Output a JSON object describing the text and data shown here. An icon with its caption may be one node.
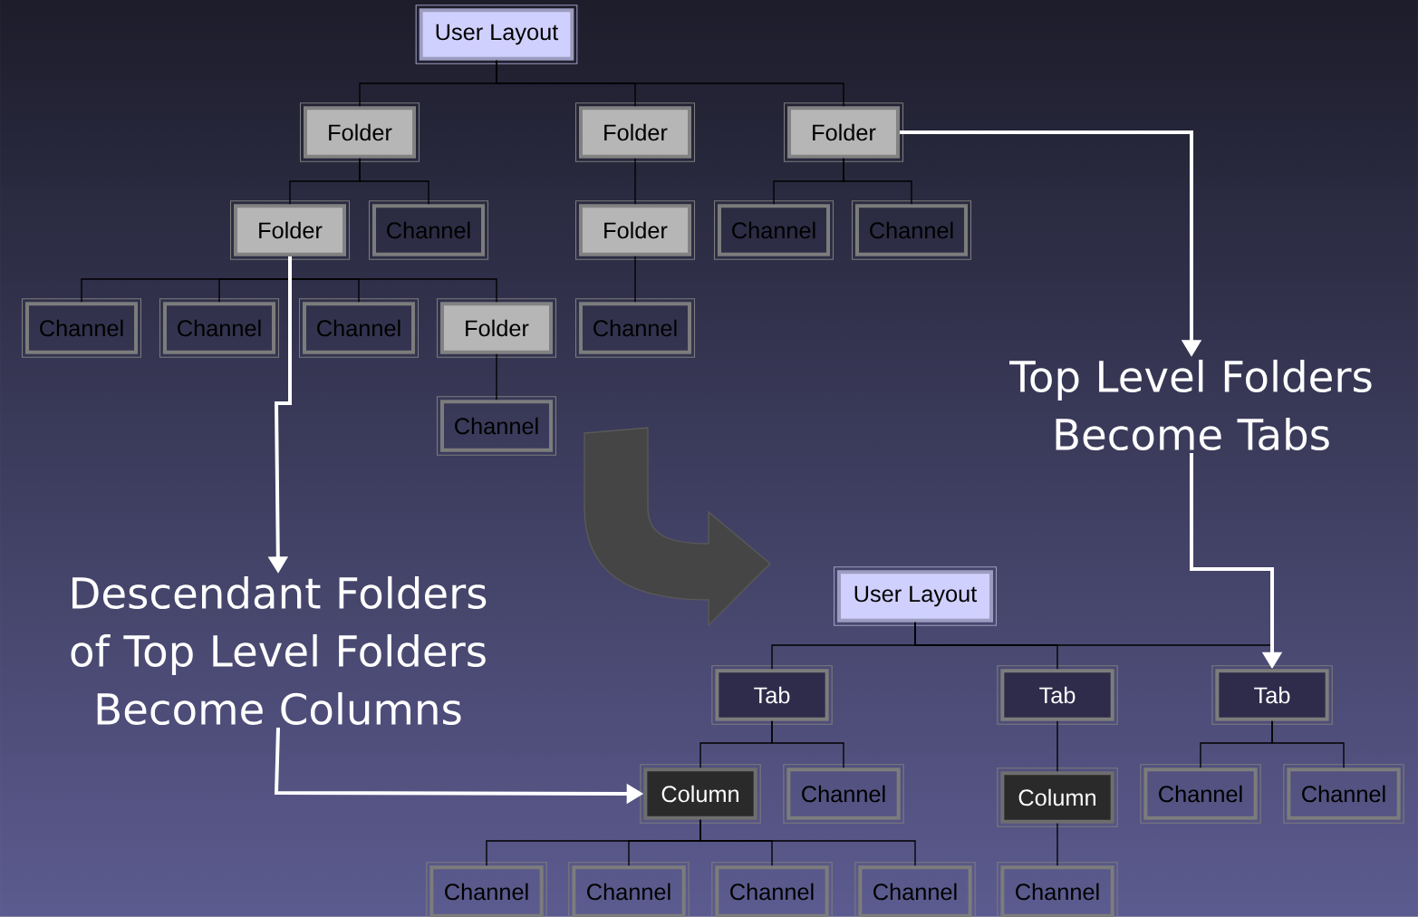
{
  "diagram": {
    "nodes": [
      {
        "text": [
          "User Layout"
        ]
      },
      {
        "text": [
          "Folder"
        ]
      },
      {
        "text": [
          "Folder"
        ]
      },
      {
        "text": [
          "Folder"
        ]
      },
      {
        "text": [
          "Folder"
        ]
      },
      {
        "text": [
          "Channel"
        ]
      },
      {
        "text": [
          "Folder"
        ]
      },
      {
        "text": [
          "Channel"
        ]
      },
      {
        "text": [
          "Channel"
        ]
      },
      {
        "text": [
          "Channel"
        ]
      },
      {
        "text": [
          "Channel"
        ]
      },
      {
        "text": [
          "Channel"
        ]
      },
      {
        "text": [
          "Folder"
        ]
      },
      {
        "text": [
          "Channel"
        ]
      },
      {
        "text": [
          "Channel"
        ]
      },
      {
        "text": [
          "User Layout"
        ]
      },
      {
        "text": [
          "Tab"
        ]
      },
      {
        "text": [
          "Tab"
        ]
      },
      {
        "text": [
          "Tab"
        ]
      },
      {
        "text": [
          "Column"
        ]
      },
      {
        "text": [
          "Channel"
        ]
      },
      {
        "text": [
          "Column"
        ]
      },
      {
        "text": [
          "Channel"
        ]
      },
      {
        "text": [
          "Channel"
        ]
      },
      {
        "text": [
          "Channel"
        ]
      },
      {
        "text": [
          "Channel"
        ]
      },
      {
        "text": [
          "Channel"
        ]
      },
      {
        "text": [
          "Channel"
        ]
      },
      {
        "text": [
          "Channel"
        ]
      },
      {
        "text": [
          "Top Level Folders Become Tabs"
        ]
      },
      {
        "text": [
          "Descendant Folders of Top Level Folders Become Columns"
        ]
      }
    ],
    "edges": [
      {
        "from": 0,
        "to": 1,
        "arrow": "none"
      },
      {
        "from": 0,
        "to": 2,
        "arrow": "none"
      },
      {
        "from": 0,
        "to": 3,
        "arrow": "none"
      },
      {
        "from": 1,
        "to": 4,
        "arrow": "none"
      },
      {
        "from": 1,
        "to": 5,
        "arrow": "none"
      },
      {
        "from": 2,
        "to": 6,
        "arrow": "none"
      },
      {
        "from": 3,
        "to": 7,
        "arrow": "none"
      },
      {
        "from": 3,
        "to": 8,
        "arrow": "none"
      },
      {
        "from": 4,
        "to": 9,
        "arrow": "none"
      },
      {
        "from": 4,
        "to": 10,
        "arrow": "none"
      },
      {
        "from": 4,
        "to": 11,
        "arrow": "none"
      },
      {
        "from": 4,
        "to": 12,
        "arrow": "none"
      },
      {
        "from": 6,
        "to": 13,
        "arrow": "none"
      },
      {
        "from": 12,
        "to": 14,
        "arrow": "none"
      },
      {
        "from": 15,
        "to": 16,
        "arrow": "none"
      },
      {
        "from": 15,
        "to": 17,
        "arrow": "none"
      },
      {
        "from": 15,
        "to": 18,
        "arrow": "none"
      },
      {
        "from": 16,
        "to": 19,
        "arrow": "none"
      },
      {
        "from": 16,
        "to": 20,
        "arrow": "none"
      },
      {
        "from": 17,
        "to": 21,
        "arrow": "none"
      },
      {
        "from": 18,
        "to": 22,
        "arrow": "none"
      },
      {
        "from": 18,
        "to": 23,
        "arrow": "none"
      },
      {
        "from": 19,
        "to": 24,
        "arrow": "none"
      },
      {
        "from": 19,
        "to": 25,
        "arrow": "none"
      },
      {
        "from": 19,
        "to": 26,
        "arrow": "none"
      },
      {
        "from": 19,
        "to": 27,
        "arrow": "none"
      },
      {
        "from": 21,
        "to": 28,
        "arrow": "none"
      },
      {
        "from": 3,
        "to": 29,
        "arrow": "to",
        "style": "thick",
        "color": "#ffffff"
      },
      {
        "from": 4,
        "to": 30,
        "arrow": "to",
        "style": "thick",
        "color": "#ffffff"
      },
      {
        "from": 29,
        "to": 18,
        "arrow": "to",
        "style": "thick",
        "color": "#ffffff"
      },
      {
        "from": 30,
        "to": 19,
        "arrow": "to",
        "style": "thick",
        "color": "#ffffff"
      }
    ]
  }
}
